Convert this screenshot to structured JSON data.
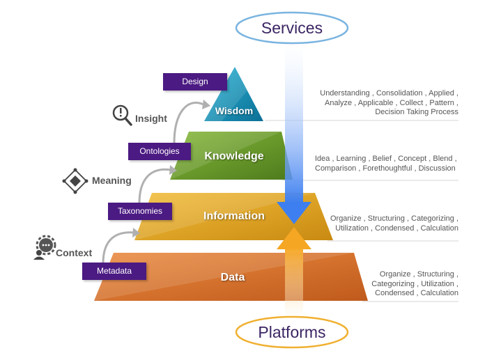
{
  "top_label": "Services",
  "bottom_label": "Platforms",
  "levels": [
    {
      "name": "Wisdom",
      "tag": "Design",
      "side_label": "Insight",
      "side_icon": "magnifier-exclamation-icon",
      "description": "Understanding , Consolidation , Applied , Analyze , Applicable , Collect , Pattern , Decision Taking Process"
    },
    {
      "name": "Knowledge",
      "tag": "Ontologies",
      "side_label": "Meaning",
      "side_icon": "diamond-nodes-icon",
      "description": "Idea , Learning , Belief , Concept , Blend , Comparison , Forethoughtful , Discussion"
    },
    {
      "name": "Information",
      "tag": "Taxonomies",
      "side_label": "Context",
      "side_icon": "gear-person-icon",
      "description": "Organize , Structuring , Categorizing , Utilization , Condensed , Calculation"
    },
    {
      "name": "Data",
      "tag": "Metadata",
      "description": "Organize , Structuring , Categorizing , Utilization , Condensed , Calculation"
    }
  ],
  "colors": {
    "wisdom": "#1a9cc0",
    "knowledge": "#6a9a2a",
    "information": "#e0a020",
    "data": "#d8702a",
    "tag_bg": "#4b1a82",
    "services_arrow": "#3d7ff0",
    "platforms_arrow": "#f5a623"
  }
}
